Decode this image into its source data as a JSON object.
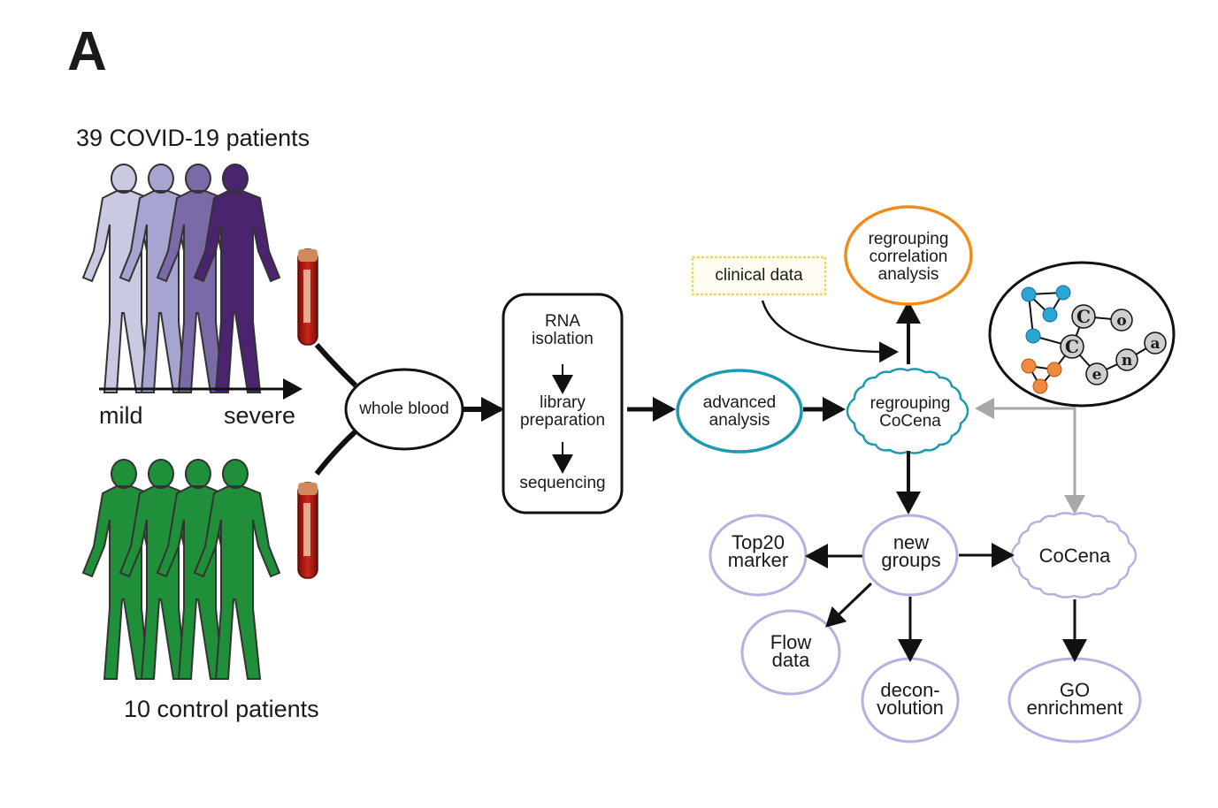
{
  "panel_label": "A",
  "cohorts": {
    "covid_title": "39 COVID-19 patients",
    "severity_low": "mild",
    "severity_high": "severe",
    "control_title": "10 control patients"
  },
  "colors": {
    "covid_people": [
      "#c9c9e2",
      "#a6a4d0",
      "#7a6aa8",
      "#4a246f"
    ],
    "control_people": "#1f8f3a",
    "blood_tube": "#b11a12",
    "clinical_box": "#f3d65a",
    "correlation_ring": "#f08c1a",
    "analysis_ring": "#1e9ab0",
    "output_ring": "#b7b0e0",
    "gray_arrow": "#a8a8a8",
    "net_blue": "#2aa6d6",
    "net_orange": "#f08a3c"
  },
  "pipeline": {
    "whole_blood": "whole blood",
    "rna_isolation": "RNA\nisolation",
    "library_preparation": "library\npreparation",
    "sequencing": "sequencing",
    "advanced_analysis": "advanced\nanalysis",
    "clinical_data": "clinical data",
    "regrouping_correlation": "regrouping\ncorrelation\nanalysis",
    "regrouping_cocena": "regrouping\nCoCena"
  },
  "outputs": {
    "new_groups": "new\ngroups",
    "top20_marker": "Top20\nmarker",
    "flow_data": "Flow\ndata",
    "deconvolution": "decon-\nvolution",
    "cocena": "CoCena",
    "go_enrichment": "GO\nenrichment"
  },
  "logo_letters": [
    "C",
    "o",
    "C",
    "e",
    "n",
    "a"
  ]
}
